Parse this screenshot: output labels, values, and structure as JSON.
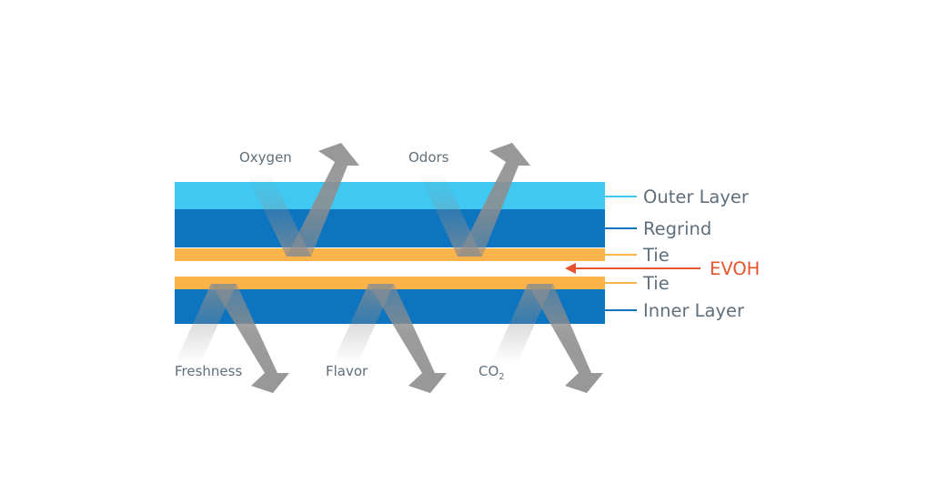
{
  "diagram": {
    "inward_gases": [
      {
        "label": "Oxygen"
      },
      {
        "label": "Odors"
      }
    ],
    "outward_gases": [
      {
        "label": "Freshness"
      },
      {
        "label": "Flavor"
      },
      {
        "label": "CO",
        "subscript": "2"
      }
    ],
    "layers": [
      {
        "label": "Outer Layer",
        "color": "#40c8f2"
      },
      {
        "label": "Regrind",
        "color": "#0d74c0"
      },
      {
        "label": "Tie",
        "color": "#fcb34a"
      },
      {
        "label": "Tie",
        "color": "#fcb34a"
      },
      {
        "label": "Inner Layer",
        "color": "#0d74c0"
      }
    ],
    "barrier": {
      "label": "EVOH",
      "color": "#e5532d"
    },
    "arrow_color": "#8e8e8e"
  }
}
